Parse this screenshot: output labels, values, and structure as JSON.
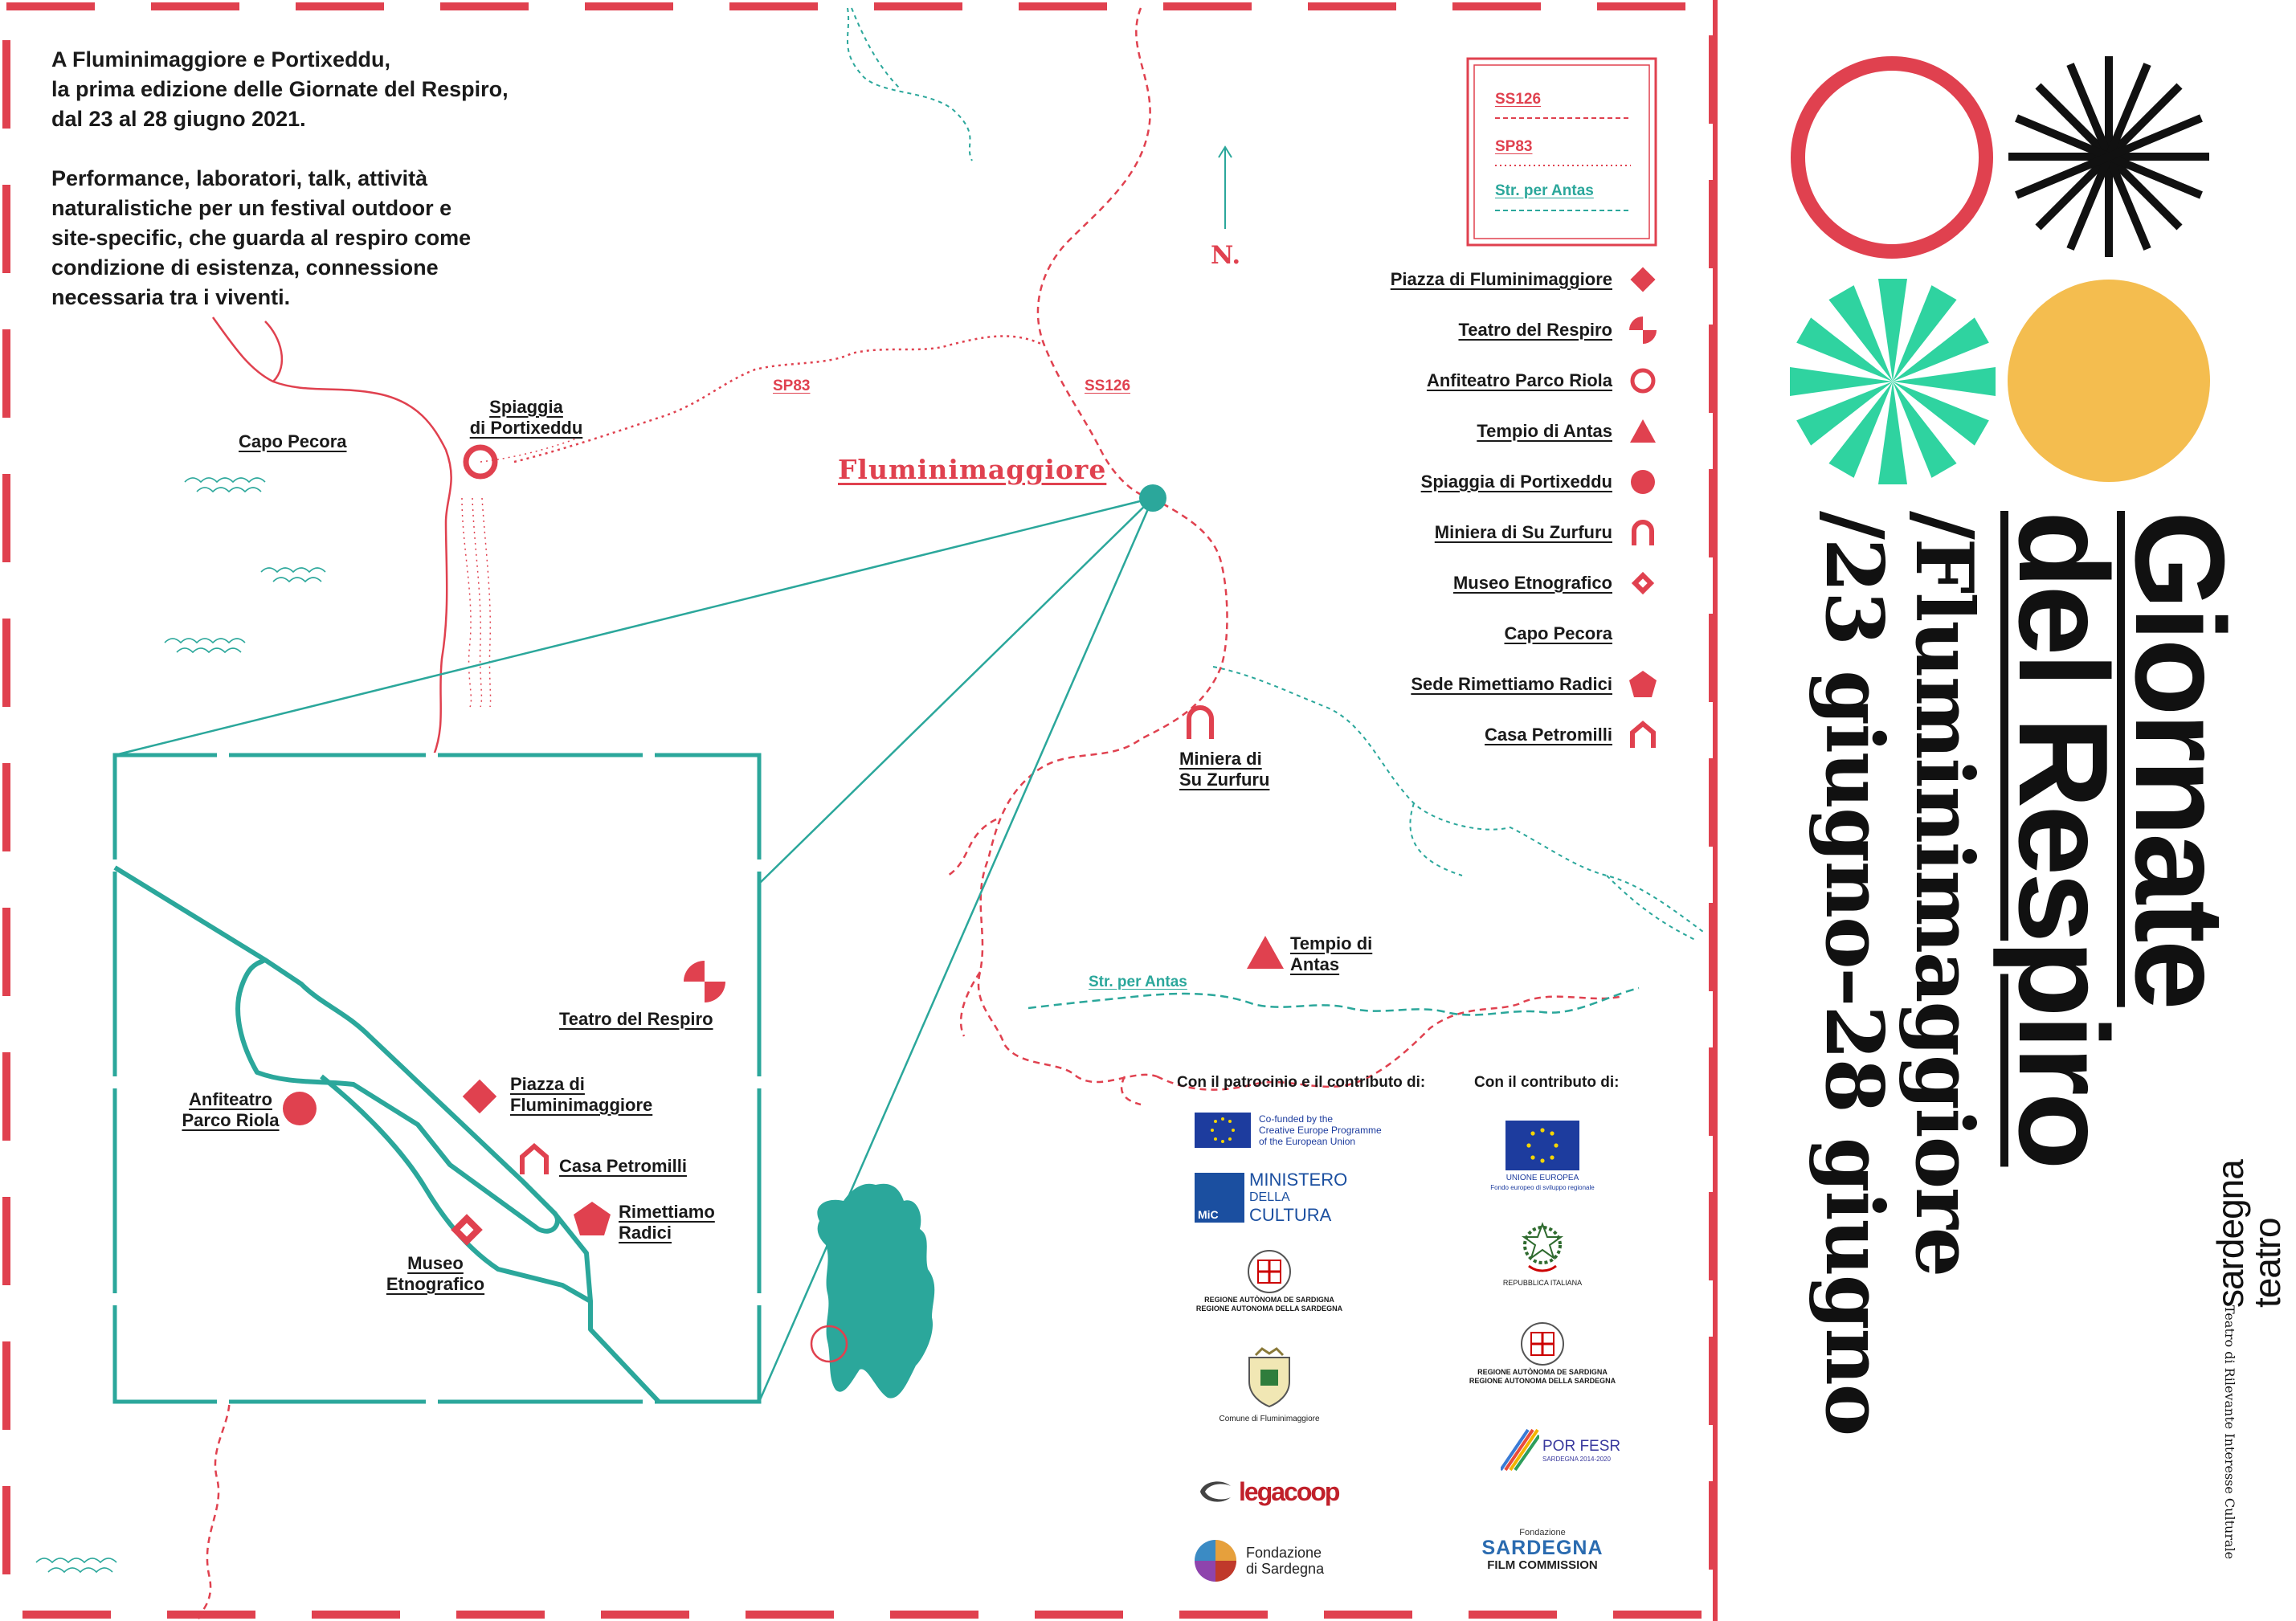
{
  "intro": {
    "line1": "A Fluminimaggiore e Portixeddu,",
    "line2": "la prima edizione delle Giornate del Respiro,",
    "line3": "dal 23 al 28 giugno 2021.",
    "line4": "Performance, laboratori, talk, attività",
    "line5": "naturalistiche per un festival outdoor e",
    "line6": "site-specific, che guarda al respiro come",
    "line7": "condizione di esistenza, connessione",
    "line8": "necessaria tra i viventi."
  },
  "colors": {
    "red": "#e0414f",
    "teal": "#2ba79b",
    "green": "#2fd3a0",
    "yellow": "#f4bd4f",
    "black": "#111111"
  },
  "map": {
    "town": "Fluminimaggiore",
    "north": "N.",
    "roads": {
      "ss126": "SS126",
      "sp83": "SP83",
      "antas": "Str. per Antas"
    },
    "places": {
      "capo_pecora": "Capo Pecora",
      "spiaggia_1": "Spiaggia",
      "spiaggia_2": "di Portixeddu",
      "miniera_1": "Miniera di",
      "miniera_2": "Su Zurfuru",
      "tempio_1": "Tempio di",
      "tempio_2": "Antas"
    },
    "inset": {
      "teatro": "Teatro del Respiro",
      "anfiteatro_1": "Anfiteatro",
      "anfiteatro_2": "Parco Riola",
      "piazza_1": "Piazza di",
      "piazza_2": "Fluminimaggiore",
      "casa": "Casa Petromilli",
      "rimettiamo_1": "Rimettiamo",
      "rimettiamo_2": "Radici",
      "museo_1": "Museo",
      "museo_2": "Etnografico"
    }
  },
  "legend": {
    "roads": [
      {
        "label": "SS126",
        "style": "dashed-red"
      },
      {
        "label": "SP83",
        "style": "dotted-red"
      },
      {
        "label": "Str. per Antas",
        "style": "dashed-teal"
      }
    ],
    "items": [
      {
        "label": "Piazza di Fluminimaggiore",
        "icon": "diamond-icon"
      },
      {
        "label": "Teatro del Respiro",
        "icon": "quarter-circle-icon"
      },
      {
        "label": "Anfiteatro  Parco Riola",
        "icon": "ring-icon"
      },
      {
        "label": "Tempio di Antas",
        "icon": "triangle-icon"
      },
      {
        "label": "Spiaggia di Portixeddu",
        "icon": "dot-icon"
      },
      {
        "label": "Miniera di Su Zurfuru",
        "icon": "arch-icon"
      },
      {
        "label": "Museo Etnografico",
        "icon": "diamond-outline-icon"
      },
      {
        "label": "Capo Pecora",
        "icon": "crescent-icon"
      },
      {
        "label": "Sede Rimettiamo Radici",
        "icon": "pentagon-icon"
      },
      {
        "label": "Casa Petromilli",
        "icon": "house-icon"
      }
    ]
  },
  "sponsors": {
    "patrocinio_title": "Con il patrocinio e il contributo di:",
    "contributo_title": "Con il contributo di:",
    "creative_europe": [
      "Co-funded by the",
      "Creative Europe Programme",
      "of the European Union"
    ],
    "ministero": [
      "MINISTERO",
      "DELLA",
      "CULTURA"
    ],
    "mic": "MiC",
    "regione": [
      "REGIONE AUTÒNOMA DE SARDIGNA",
      "REGIONE AUTONOMA DELLA SARDEGNA"
    ],
    "comune": "Comune di Fluminimaggiore",
    "legacoop": "legacoop",
    "fondazione": [
      "Fondazione",
      "di Sardegna"
    ],
    "ue": [
      "UNIONE EUROPEA",
      "Fondo europeo di sviluppo regionale"
    ],
    "repubblica": "REPUBBLICA ITALIANA",
    "porfesr": [
      "POR FESR",
      "SARDEGNA 2014-2020"
    ],
    "film": [
      "Fondazione",
      "SARDEGNA",
      "FILM COMMISSION"
    ]
  },
  "title": {
    "line1": "Giornate",
    "line2": "del Respiro",
    "line3": "/Fluminimaggiore",
    "line4": "/23 giugno–28 giugno"
  },
  "footer": {
    "teatro_rilevante": "Teatro di Rilevante Interesse Culturale",
    "sardegna": "sardegna",
    "teatro": "teatro"
  }
}
